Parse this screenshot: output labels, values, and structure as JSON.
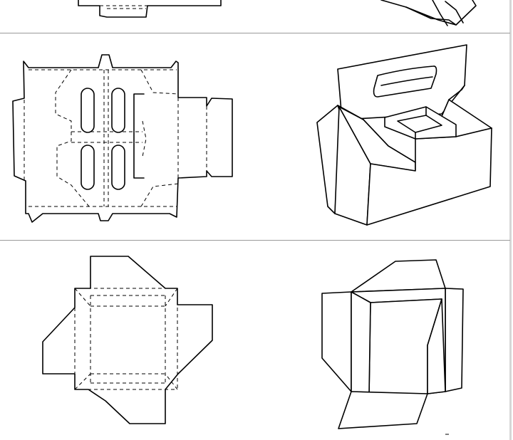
{
  "colors": {
    "ink": "#000000",
    "paper": "#ffffff",
    "divider": "#9a9a9a"
  },
  "rows": [
    {
      "id": "row-1",
      "template": "box-template-partial",
      "result": "box-assembled-partial"
    },
    {
      "id": "row-2",
      "template": "bottle-carrier-template",
      "result": "bottle-carrier-assembled"
    },
    {
      "id": "row-3",
      "template": "tray-template",
      "result": "tray-assembled"
    }
  ]
}
